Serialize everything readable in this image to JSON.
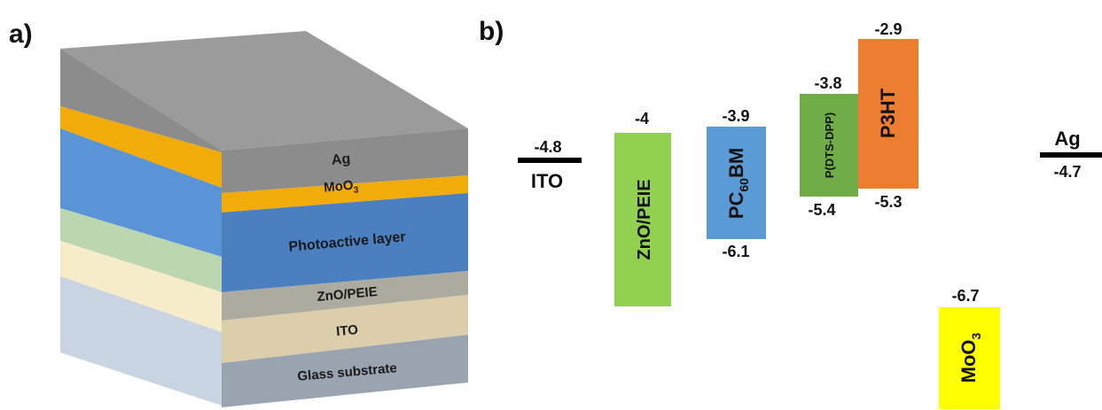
{
  "panel_a": {
    "label": "a)",
    "layers": [
      {
        "name": "Ag",
        "color": "#8c8c8c"
      },
      {
        "name": "MoO",
        "sub": "3",
        "color": "#f2ac0a"
      },
      {
        "name": "Photoactive layer",
        "color": "#4a7fc0"
      },
      {
        "name": "ZnO/PEIE",
        "color": "#ababa0"
      },
      {
        "name": "ITO",
        "color": "#dcceaa"
      },
      {
        "name": "Glass substrate",
        "color": "#9aa3b0"
      }
    ],
    "side_layer_colors": {
      "ag": "#8c8c8c",
      "moo3": "#f2ac0a",
      "photoactive": "#5b94d6",
      "znopeie": "#bcd6b0",
      "ito": "#f7ecca",
      "glass": "#c9d4e2",
      "top": "#9b9b9b"
    }
  },
  "panel_b": {
    "label": "b)",
    "electrodes": [
      {
        "name": "ITO",
        "value": "-4.8"
      },
      {
        "name": "Ag",
        "value": "-4.7"
      }
    ],
    "bars": [
      {
        "name": "ZnO/PEIE",
        "top": "-4",
        "bottom": "",
        "color": "#92d050"
      },
      {
        "name": "PC",
        "sub": "60",
        "suffix": "BM",
        "top": "-3.9",
        "bottom": "-6.1",
        "color": "#5b9bd5"
      },
      {
        "name": "P(DTS-DPP)",
        "top": "-3.8",
        "bottom": "-5.4",
        "color": "#70ad47"
      },
      {
        "name": "P3HT",
        "top": "-2.9",
        "bottom": "-5.3",
        "color": "#ed7d31"
      },
      {
        "name": "MoO",
        "sub": "3",
        "top": "-6.7",
        "bottom": "",
        "color": "#ffff00"
      }
    ]
  }
}
